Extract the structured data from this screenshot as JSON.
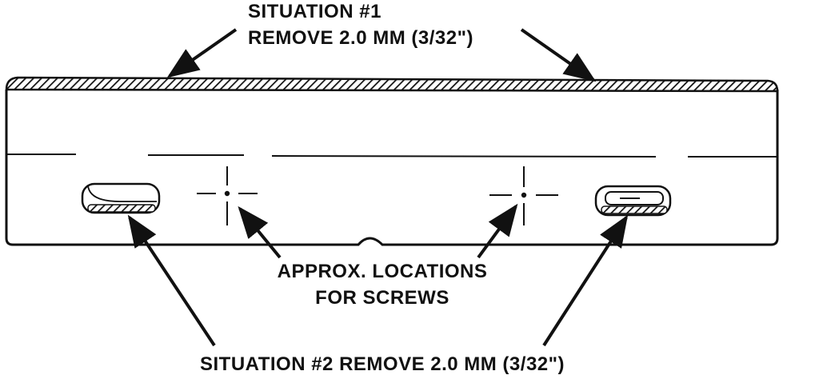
{
  "labels": {
    "situation1_line1": "SITUATION #1",
    "situation1_line2": "REMOVE 2.0 MM (3/32\")",
    "screws_line1": "APPROX. LOCATIONS",
    "screws_line2": "FOR SCREWS",
    "situation2": "SITUATION #2 REMOVE 2.0 MM (3/32\")"
  },
  "colors": {
    "ink": "#111111",
    "paper": "#ffffff"
  }
}
